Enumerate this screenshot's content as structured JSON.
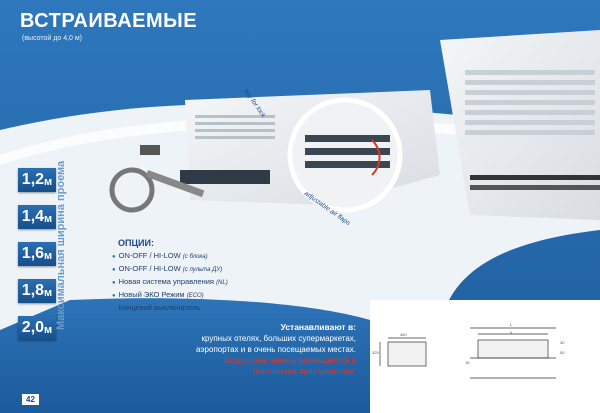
{
  "header": {
    "title": "ВСТРАИВАЕМЫЕ",
    "subtitle": "(высотой до 4,0 м)"
  },
  "widths": {
    "label": "Максимальная ширина проема",
    "items": [
      {
        "num": "1,2",
        "unit": "м"
      },
      {
        "num": "1,4",
        "unit": "м"
      },
      {
        "num": "1,6",
        "unit": "м"
      },
      {
        "num": "1,8",
        "unit": "м"
      },
      {
        "num": "2,0",
        "unit": "м"
      }
    ]
  },
  "callouts": {
    "key": "key for lock",
    "flaps": "adjustable air flaps"
  },
  "options": {
    "title": "ОПЦИИ:",
    "items": [
      {
        "text": "ON-OFF / HI-LOW",
        "note": "(с блока)"
      },
      {
        "text": "ON-OFF / HI-LOW",
        "note": "(с пульта ДУ)"
      },
      {
        "text": "Новая система управления",
        "note": "(NL)"
      },
      {
        "text": "Новый ЭКО Режим",
        "note": "(ECO)"
      },
      {
        "text": "Концевой выключатель",
        "note": ""
      }
    ]
  },
  "install": {
    "heading": "Устанавливают в:",
    "line1": "крупных отелях, больших супермаркетах,",
    "line2": "аэропортах и в очень посещаемых местах.",
    "red1": "Воздушные завесы размещаются в",
    "red2": "потолочных пространствах."
  },
  "diagram": {
    "w1": "460",
    "h1": "325",
    "L": "L",
    "K": "K",
    "d30": "30",
    "d50": "50",
    "d15": "15"
  },
  "page": {
    "number": "42"
  },
  "colors": {
    "brand_blue": "#2a6fb1",
    "accent_red": "#d8372e"
  }
}
